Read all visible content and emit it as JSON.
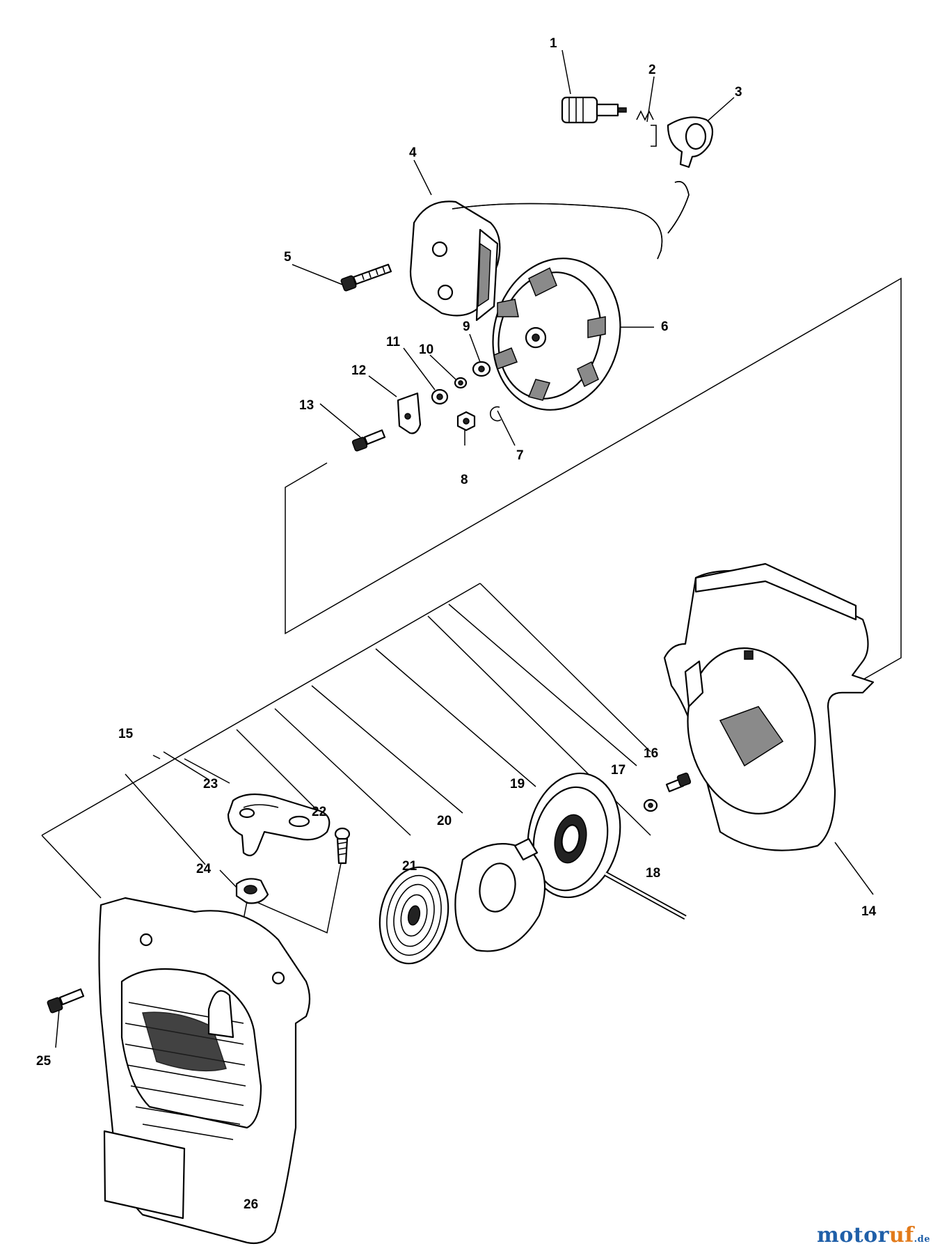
{
  "callouts": [
    {
      "id": "1",
      "text": "1"
    },
    {
      "id": "2",
      "text": "2"
    },
    {
      "id": "3",
      "text": "3"
    },
    {
      "id": "4",
      "text": "4"
    },
    {
      "id": "5",
      "text": "5"
    },
    {
      "id": "6",
      "text": "6"
    },
    {
      "id": "7",
      "text": "7"
    },
    {
      "id": "8",
      "text": "8"
    },
    {
      "id": "9",
      "text": "9"
    },
    {
      "id": "10",
      "text": "10"
    },
    {
      "id": "11",
      "text": "11"
    },
    {
      "id": "12",
      "text": "12"
    },
    {
      "id": "13",
      "text": "13"
    },
    {
      "id": "14",
      "text": "14"
    },
    {
      "id": "15",
      "text": "15"
    },
    {
      "id": "16",
      "text": "16"
    },
    {
      "id": "17",
      "text": "17"
    },
    {
      "id": "18",
      "text": "18"
    },
    {
      "id": "19",
      "text": "19"
    },
    {
      "id": "20",
      "text": "20"
    },
    {
      "id": "21",
      "text": "21"
    },
    {
      "id": "22",
      "text": "22"
    },
    {
      "id": "23",
      "text": "23"
    },
    {
      "id": "24",
      "text": "24"
    },
    {
      "id": "25",
      "text": "25"
    },
    {
      "id": "26",
      "text": "26"
    }
  ],
  "watermark": {
    "part1": "motor",
    "part2": "uf",
    "part3": ".de",
    "color_primary": "#1f5fa8",
    "color_accent": "#e27a1a"
  }
}
